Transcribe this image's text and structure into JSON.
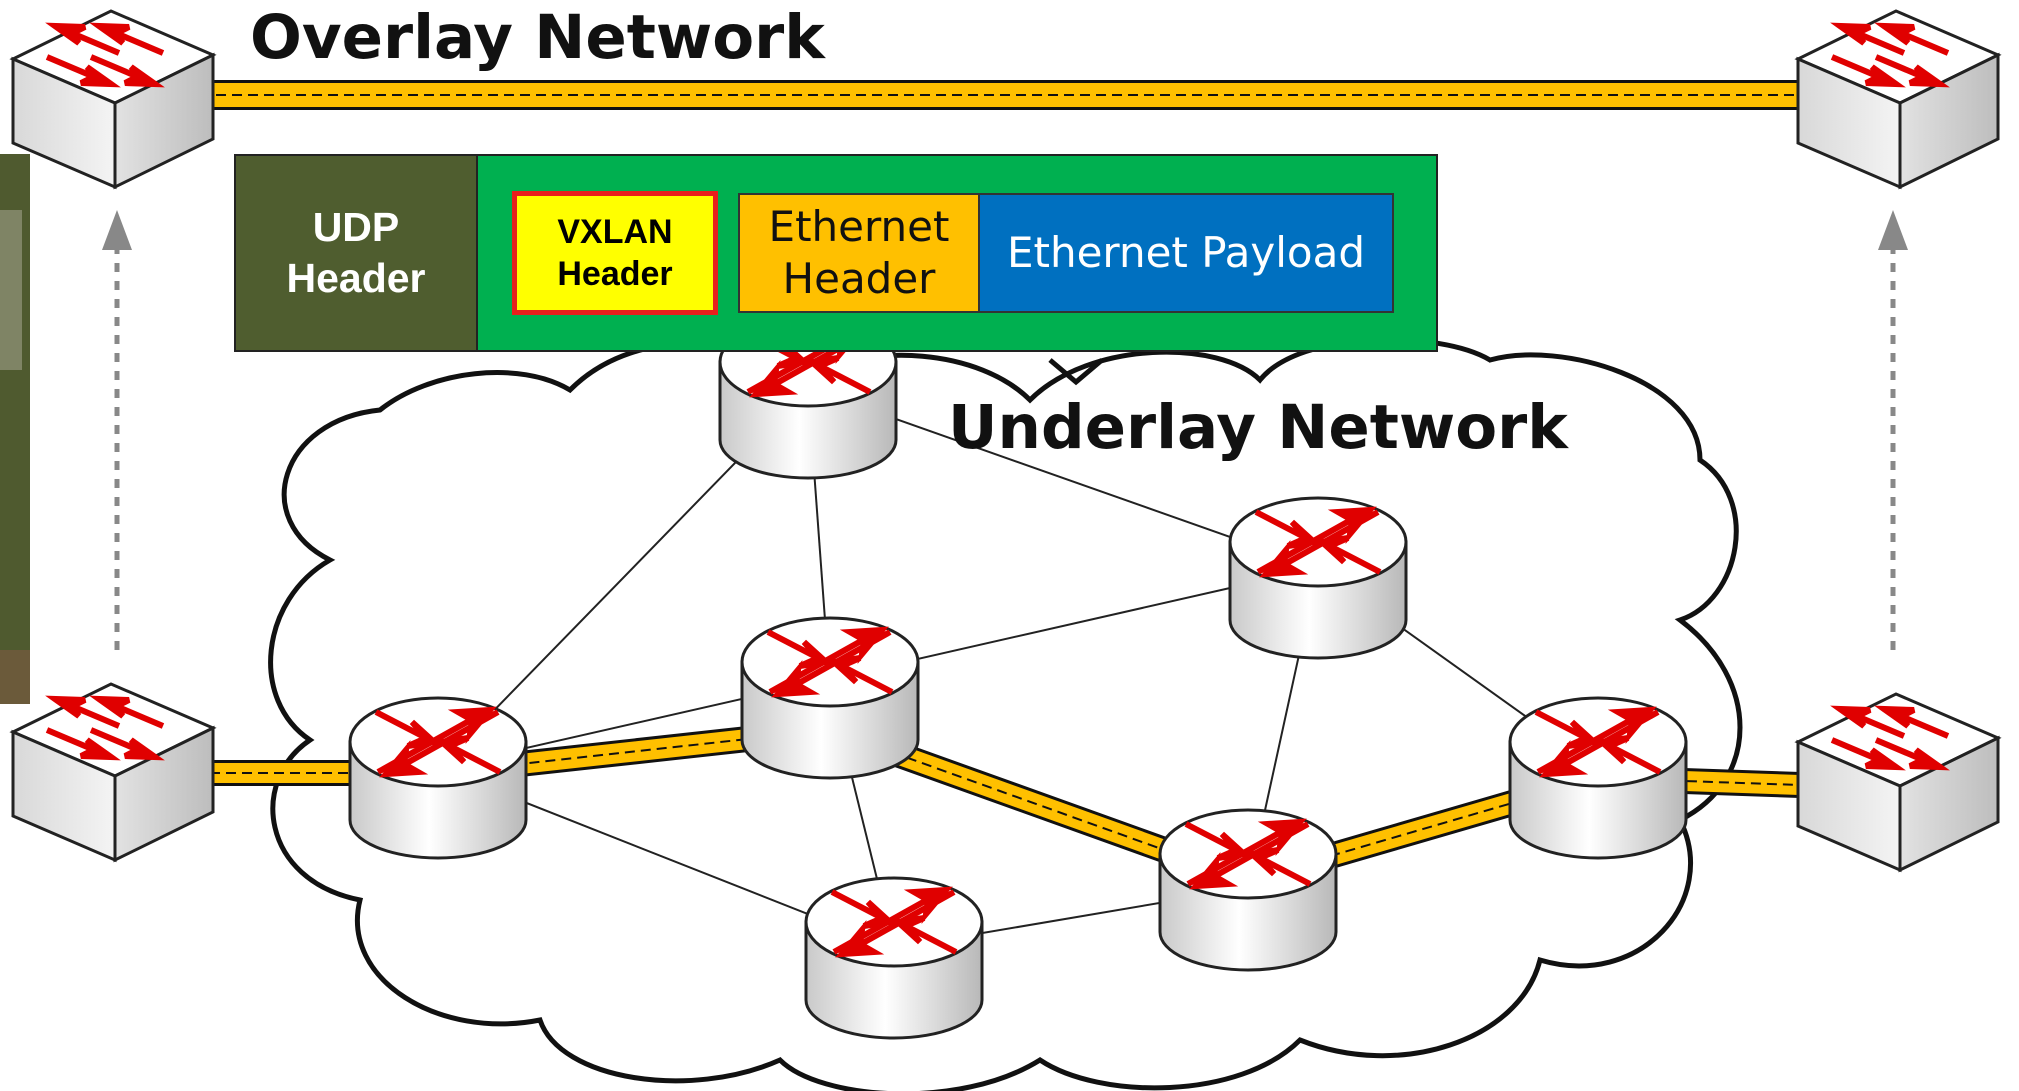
{
  "overlay": {
    "title": "Overlay Network"
  },
  "underlay": {
    "title": "Underlay Network"
  },
  "packet": {
    "udp_header": {
      "line1": "UDP",
      "line2": "Header"
    },
    "vxlan_header": {
      "line1": "VXLAN",
      "line2": "Header"
    },
    "ethernet_header": {
      "line1": "Ethernet",
      "line2": "Header"
    },
    "ethernet_payload": "Ethernet Payload"
  },
  "colors": {
    "udp_header": "#4f5d2f",
    "encapsulated_frame": "#00b050",
    "vxlan_header": "#ffff00",
    "vxlan_border": "#e8201c",
    "ethernet_header": "#ffc000",
    "ethernet_payload": "#0070c0",
    "tunnel": "#ffc000",
    "arrows": "#e8201c"
  },
  "icons": {
    "switch": "layer2-switch-icon",
    "router": "router-icon",
    "cloud": "cloud-icon"
  }
}
